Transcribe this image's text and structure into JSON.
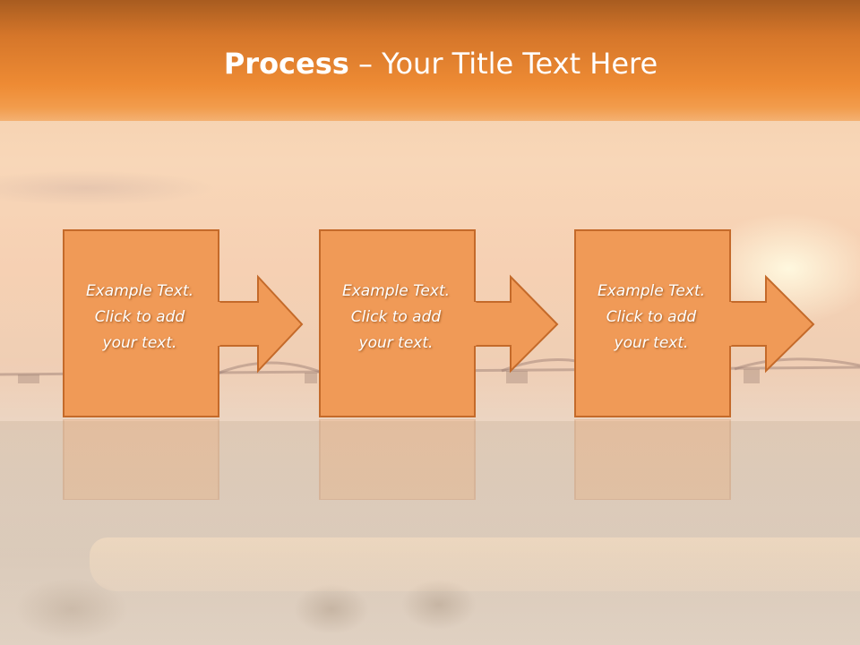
{
  "slide": {
    "title_bold": "Process",
    "title_rest": " – Your Title Text Here"
  },
  "steps": [
    {
      "line1": "Example Text.",
      "line2": "Click  to add",
      "line3": "your text."
    },
    {
      "line1": "Example Text.",
      "line2": "Click  to add",
      "line3": "your text."
    },
    {
      "line1": "Example Text.",
      "line2": "Click  to add",
      "line3": "your text."
    }
  ],
  "colors": {
    "title_bar": "#ee8b34",
    "box_fill": "#f09a57",
    "box_border": "#c46a2a",
    "text": "#ffffff"
  },
  "icons": [
    "arrow-right-icon"
  ]
}
